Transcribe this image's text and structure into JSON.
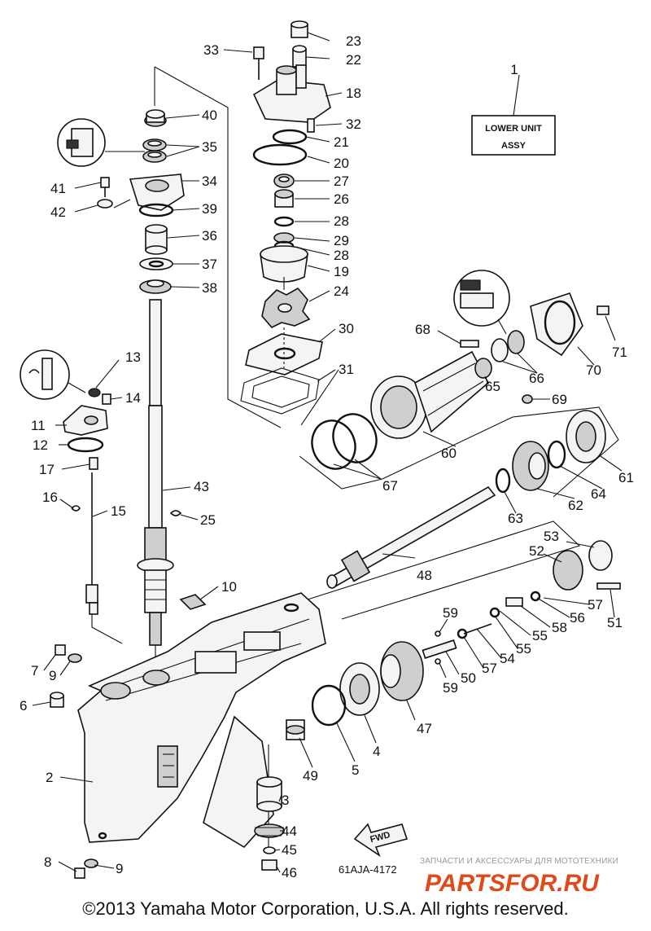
{
  "assembly_box": {
    "line1": "LOWER UNIT",
    "line2": "ASSY",
    "callout": "1"
  },
  "callouts": [
    {
      "id": "c2",
      "label": "2"
    },
    {
      "id": "c3",
      "label": "3"
    },
    {
      "id": "c4",
      "label": "4"
    },
    {
      "id": "c5",
      "label": "5"
    },
    {
      "id": "c6",
      "label": "6"
    },
    {
      "id": "c7",
      "label": "7"
    },
    {
      "id": "c8",
      "label": "8"
    },
    {
      "id": "c9a",
      "label": "9"
    },
    {
      "id": "c9b",
      "label": "9"
    },
    {
      "id": "c10",
      "label": "10"
    },
    {
      "id": "c11",
      "label": "11"
    },
    {
      "id": "c12",
      "label": "12"
    },
    {
      "id": "c13",
      "label": "13"
    },
    {
      "id": "c14",
      "label": "14"
    },
    {
      "id": "c15",
      "label": "15"
    },
    {
      "id": "c16",
      "label": "16"
    },
    {
      "id": "c17",
      "label": "17"
    },
    {
      "id": "c18",
      "label": "18"
    },
    {
      "id": "c19",
      "label": "19"
    },
    {
      "id": "c20",
      "label": "20"
    },
    {
      "id": "c21",
      "label": "21"
    },
    {
      "id": "c22",
      "label": "22"
    },
    {
      "id": "c23",
      "label": "23"
    },
    {
      "id": "c24",
      "label": "24"
    },
    {
      "id": "c25",
      "label": "25"
    },
    {
      "id": "c26",
      "label": "26"
    },
    {
      "id": "c27",
      "label": "27"
    },
    {
      "id": "c28a",
      "label": "28"
    },
    {
      "id": "c28b",
      "label": "28"
    },
    {
      "id": "c29",
      "label": "29"
    },
    {
      "id": "c30",
      "label": "30"
    },
    {
      "id": "c31",
      "label": "31"
    },
    {
      "id": "c32",
      "label": "32"
    },
    {
      "id": "c33",
      "label": "33"
    },
    {
      "id": "c34",
      "label": "34"
    },
    {
      "id": "c35",
      "label": "35"
    },
    {
      "id": "c36",
      "label": "36"
    },
    {
      "id": "c37",
      "label": "37"
    },
    {
      "id": "c38",
      "label": "38"
    },
    {
      "id": "c39",
      "label": "39"
    },
    {
      "id": "c40",
      "label": "40"
    },
    {
      "id": "c41",
      "label": "41"
    },
    {
      "id": "c42",
      "label": "42"
    },
    {
      "id": "c43",
      "label": "43"
    },
    {
      "id": "c44",
      "label": "44"
    },
    {
      "id": "c45",
      "label": "45"
    },
    {
      "id": "c46",
      "label": "46"
    },
    {
      "id": "c47",
      "label": "47"
    },
    {
      "id": "c48",
      "label": "48"
    },
    {
      "id": "c49",
      "label": "49"
    },
    {
      "id": "c50",
      "label": "50"
    },
    {
      "id": "c51",
      "label": "51"
    },
    {
      "id": "c52",
      "label": "52"
    },
    {
      "id": "c53",
      "label": "53"
    },
    {
      "id": "c54",
      "label": "54"
    },
    {
      "id": "c55a",
      "label": "55"
    },
    {
      "id": "c55b",
      "label": "55"
    },
    {
      "id": "c56",
      "label": "56"
    },
    {
      "id": "c57a",
      "label": "57"
    },
    {
      "id": "c57b",
      "label": "57"
    },
    {
      "id": "c58",
      "label": "58"
    },
    {
      "id": "c59a",
      "label": "59"
    },
    {
      "id": "c59b",
      "label": "59"
    },
    {
      "id": "c60",
      "label": "60"
    },
    {
      "id": "c61",
      "label": "61"
    },
    {
      "id": "c62",
      "label": "62"
    },
    {
      "id": "c63",
      "label": "63"
    },
    {
      "id": "c64",
      "label": "64"
    },
    {
      "id": "c65",
      "label": "65"
    },
    {
      "id": "c66",
      "label": "66"
    },
    {
      "id": "c67",
      "label": "67"
    },
    {
      "id": "c68",
      "label": "68"
    },
    {
      "id": "c69",
      "label": "69"
    },
    {
      "id": "c70",
      "label": "70"
    },
    {
      "id": "c71",
      "label": "71"
    }
  ],
  "fwd_label": "FWD",
  "drawing_code": "61AJA-4172",
  "watermark": {
    "tagline": "ЗАПЧАСТИ И АКСЕССУАРЫ ДЛЯ МОТОТЕХНИКИ",
    "logo": "PARTSFOR.RU"
  },
  "copyright": "©2013 Yamaha Motor Corporation, U.S.A. All rights reserved."
}
